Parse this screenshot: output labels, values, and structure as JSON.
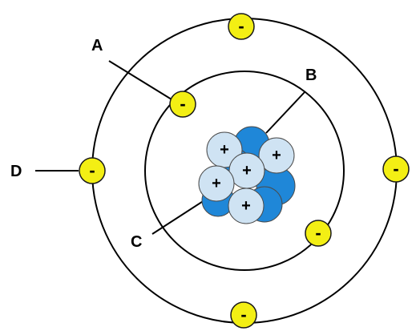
{
  "labels": {
    "a": "A",
    "b": "B",
    "c": "C",
    "d": "D"
  },
  "particles": {
    "electron_sign": "-",
    "proton_sign": "+"
  },
  "colors": {
    "electron_fill": "#f3ef14",
    "electron_stroke": "#1a1a1a",
    "proton_fill": "#cfe3f3",
    "neutron_fill": "#1f87d8",
    "particle_stroke": "#4a4a4a",
    "orbit_stroke": "#000000"
  }
}
